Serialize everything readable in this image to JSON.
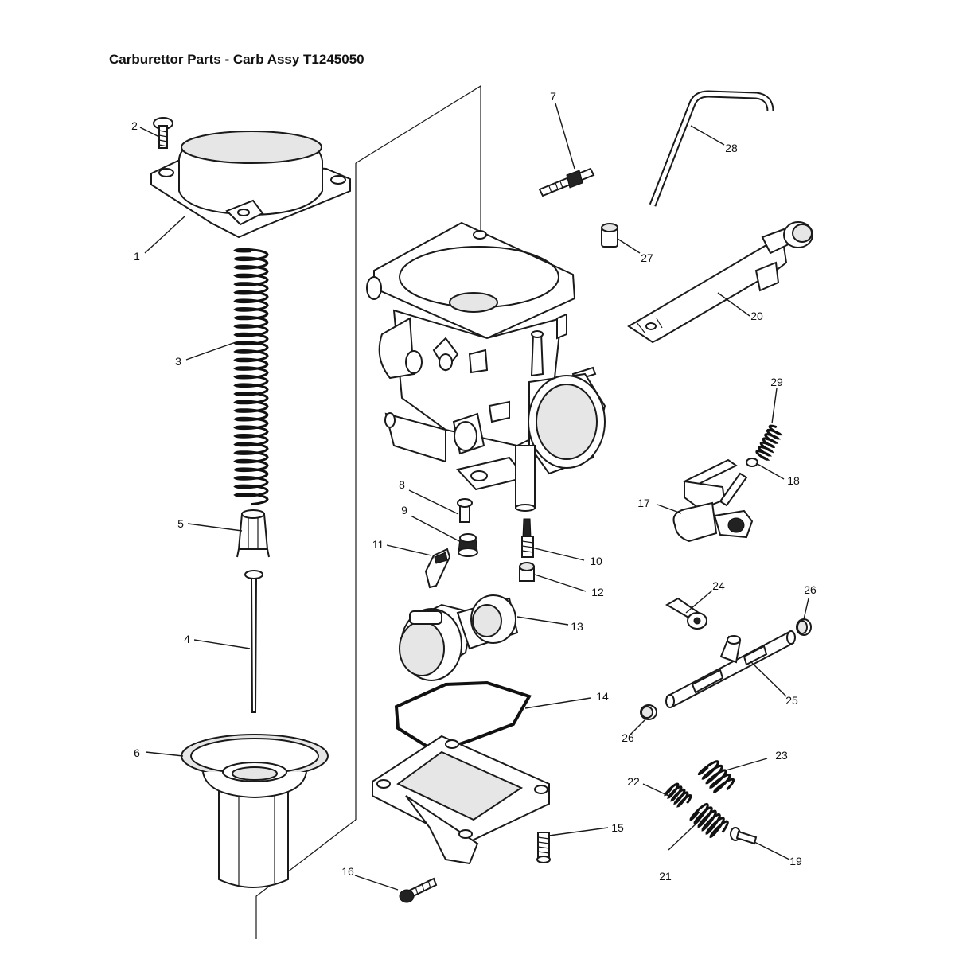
{
  "title": "Carburettor Parts - Carb Assy T1245050",
  "callouts": {
    "c1": "1",
    "c2": "2",
    "c3": "3",
    "c4": "4",
    "c5": "5",
    "c6": "6",
    "c7": "7",
    "c8": "8",
    "c9": "9",
    "c10": "10",
    "c11": "11",
    "c12": "12",
    "c13": "13",
    "c14": "14",
    "c15": "15",
    "c16": "16",
    "c17": "17",
    "c18": "18",
    "c19": "19",
    "c20": "20",
    "c21": "21",
    "c22": "22",
    "c23": "23",
    "c24": "24",
    "c25": "25",
    "c26a": "26",
    "c26b": "26",
    "c27": "27",
    "c28": "28",
    "c29": "29"
  }
}
